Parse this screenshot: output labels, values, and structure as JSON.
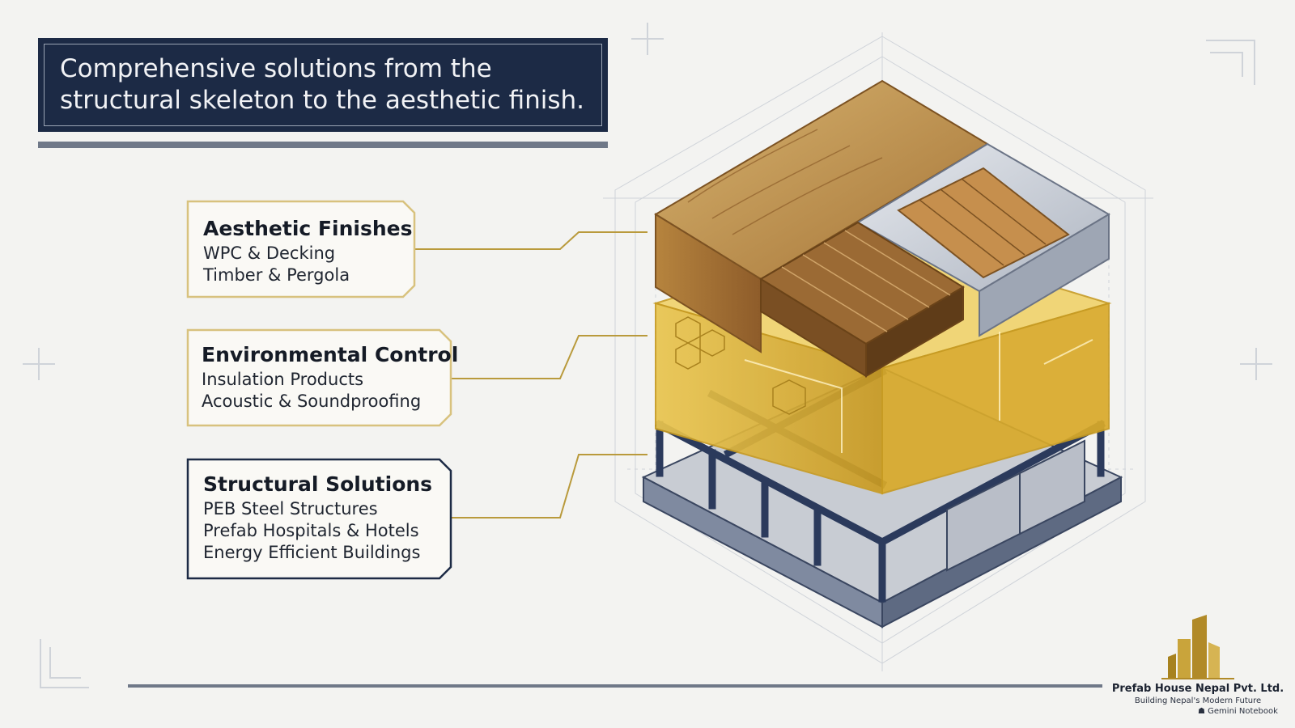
{
  "header": {
    "title": "Comprehensive solutions from the\nstructural skeleton to the aesthetic finish."
  },
  "layers": [
    {
      "heading": "Aesthetic Finishes",
      "items": [
        "WPC & Decking",
        "Timber & Pergola"
      ],
      "border_color": "#d8c27e"
    },
    {
      "heading": "Environmental Control",
      "items": [
        "Insulation Products",
        "Acoustic & Soundproofing"
      ],
      "border_color": "#d8c27e"
    },
    {
      "heading": "Structural Solutions",
      "items": [
        "PEB Steel Structures",
        "Prefab Hospitals & Hotels",
        "Energy Efficient Buildings"
      ],
      "border_color": "#1c2a45"
    }
  ],
  "footer": {
    "company": "Prefab House Nepal Pvt. Ltd.",
    "tagline": "Building Nepal's Modern Future",
    "credit": "Gemini Notebook"
  },
  "colors": {
    "navy": "#1c2a45",
    "gold": "#c9a43b",
    "timber": "#b88a4a",
    "steel": "#50607c"
  }
}
